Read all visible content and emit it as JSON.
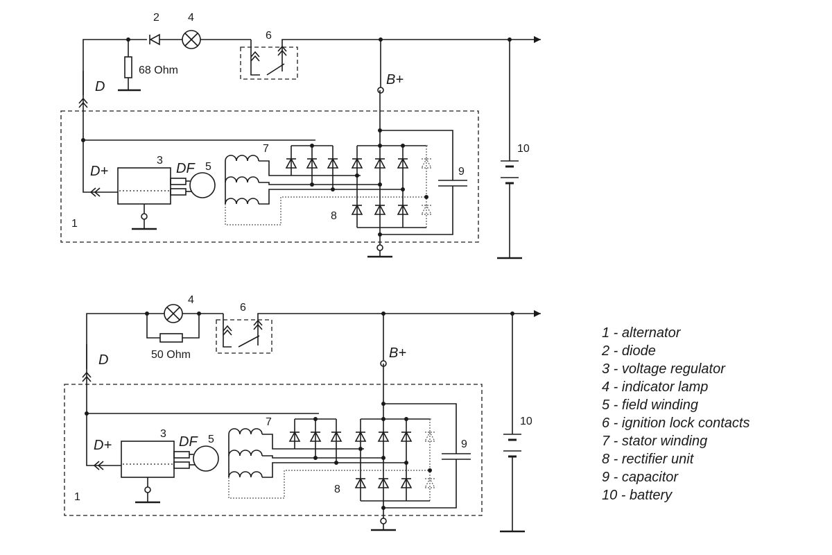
{
  "diagrams": [
    {
      "id": "top",
      "labels": {
        "alternator": "1",
        "diode": "2",
        "voltage_regulator": "3",
        "indicator_lamp": "4",
        "field_winding": "5",
        "ignition_lock": "6",
        "stator_winding": "7",
        "rectifier_unit": "8",
        "capacitor": "9",
        "battery": "10",
        "resistor": "68 Ohm",
        "terminal_d": "D",
        "terminal_dplus": "D+",
        "terminal_df": "DF",
        "terminal_bplus": "B+"
      }
    },
    {
      "id": "bottom",
      "labels": {
        "alternator": "1",
        "voltage_regulator": "3",
        "indicator_lamp": "4",
        "field_winding": "5",
        "ignition_lock": "6",
        "stator_winding": "7",
        "rectifier_unit": "8",
        "capacitor": "9",
        "battery": "10",
        "resistor": "50 Ohm",
        "terminal_d": "D",
        "terminal_dplus": "D+",
        "terminal_df": "DF",
        "terminal_bplus": "B+"
      }
    }
  ],
  "legend": [
    "1 - alternator",
    "2 - diode",
    "3 - voltage regulator",
    "4 - indicator lamp",
    "5 - field winding",
    "6 - ignition lock contacts",
    "7 - stator winding",
    "8 - rectifier unit",
    "9 - capacitor",
    "10 - battery"
  ]
}
